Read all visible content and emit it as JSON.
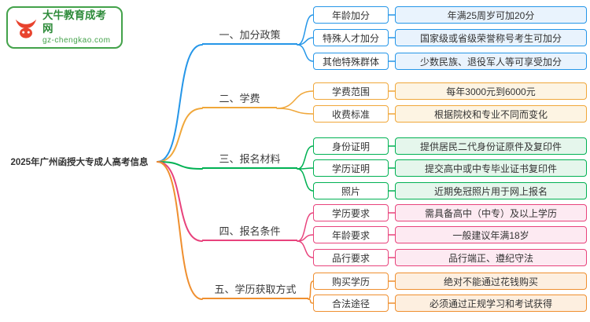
{
  "logo": {
    "title": "大牛教育成考网",
    "subtitle": "gz-chengkao.com",
    "icon": "bull-icon",
    "border_color": "#43a24a",
    "icon_color": "#e8432e"
  },
  "root": {
    "label": "2025年广州函授大专成人高考信息"
  },
  "branches": [
    {
      "label": "一、加分政策",
      "color": "#2596e8",
      "items": [
        {
          "label": "年龄加分",
          "value": "年满25周岁可加20分"
        },
        {
          "label": "特殊人才加分",
          "value": "国家级或省级荣誉称号考生可加分"
        },
        {
          "label": "其他特殊群体",
          "value": "少数民族、退役军人等可享受加分"
        }
      ]
    },
    {
      "label": "二、学费",
      "color": "#f0a73a",
      "items": [
        {
          "label": "学费范围",
          "value": "每年3000元到6000元"
        },
        {
          "label": "收费标准",
          "value": "根据院校和专业不同而变化"
        }
      ]
    },
    {
      "label": "三、报名材料",
      "color": "#00b153",
      "items": [
        {
          "label": "身份证明",
          "value": "提供居民二代身份证原件及复印件"
        },
        {
          "label": "学历证明",
          "value": "提交高中或中专毕业证书复印件"
        },
        {
          "label": "照片",
          "value": "近期免冠照片用于网上报名"
        }
      ]
    },
    {
      "label": "四、报名条件",
      "color": "#e8437c",
      "items": [
        {
          "label": "学历要求",
          "value": "需具备高中（中专）及以上学历"
        },
        {
          "label": "年龄要求",
          "value": "一般建议年满18岁"
        },
        {
          "label": "品行要求",
          "value": "品行端正、遵纪守法"
        }
      ]
    },
    {
      "label": "五、学历获取方式",
      "color": "#ef8f2f",
      "items": [
        {
          "label": "购买学历",
          "value": "绝对不能通过花钱购买"
        },
        {
          "label": "合法途径",
          "value": "必须通过正规学习和考试获得"
        }
      ]
    }
  ]
}
